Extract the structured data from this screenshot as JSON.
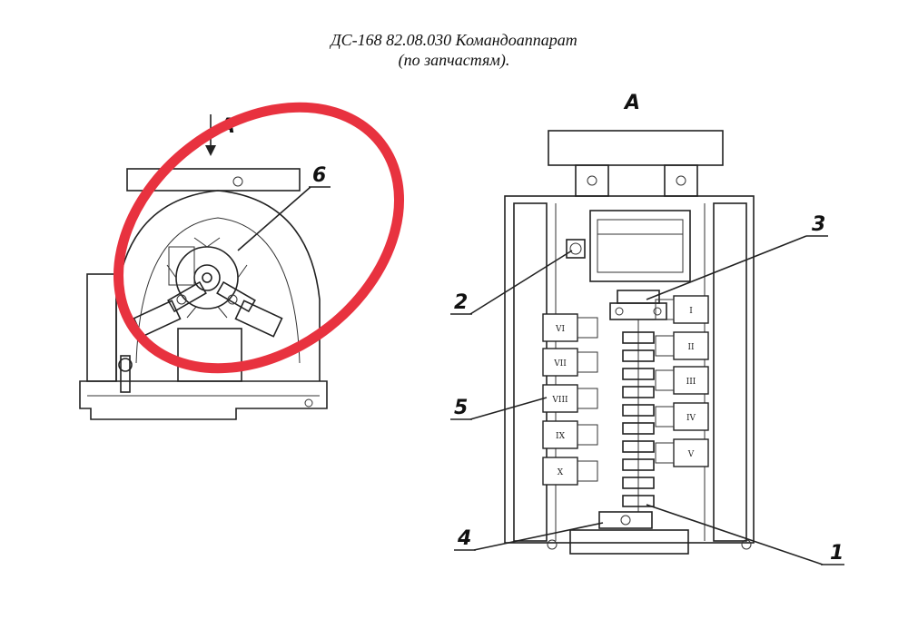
{
  "title_line1": "ДС-168 82.08.030 Командоаппарат",
  "title_line2": "(по запчастям).",
  "view_marker": "A",
  "view_title": "A",
  "labels": {
    "p1": "1",
    "p2": "2",
    "p3": "3",
    "p4": "4",
    "p5": "5",
    "p6": "6"
  },
  "switch_left": [
    "VI",
    "VII",
    "VIII",
    "IX",
    "X"
  ],
  "switch_right": [
    "I",
    "II",
    "III",
    "IV",
    "V"
  ],
  "highlight_color": "#e8323f"
}
